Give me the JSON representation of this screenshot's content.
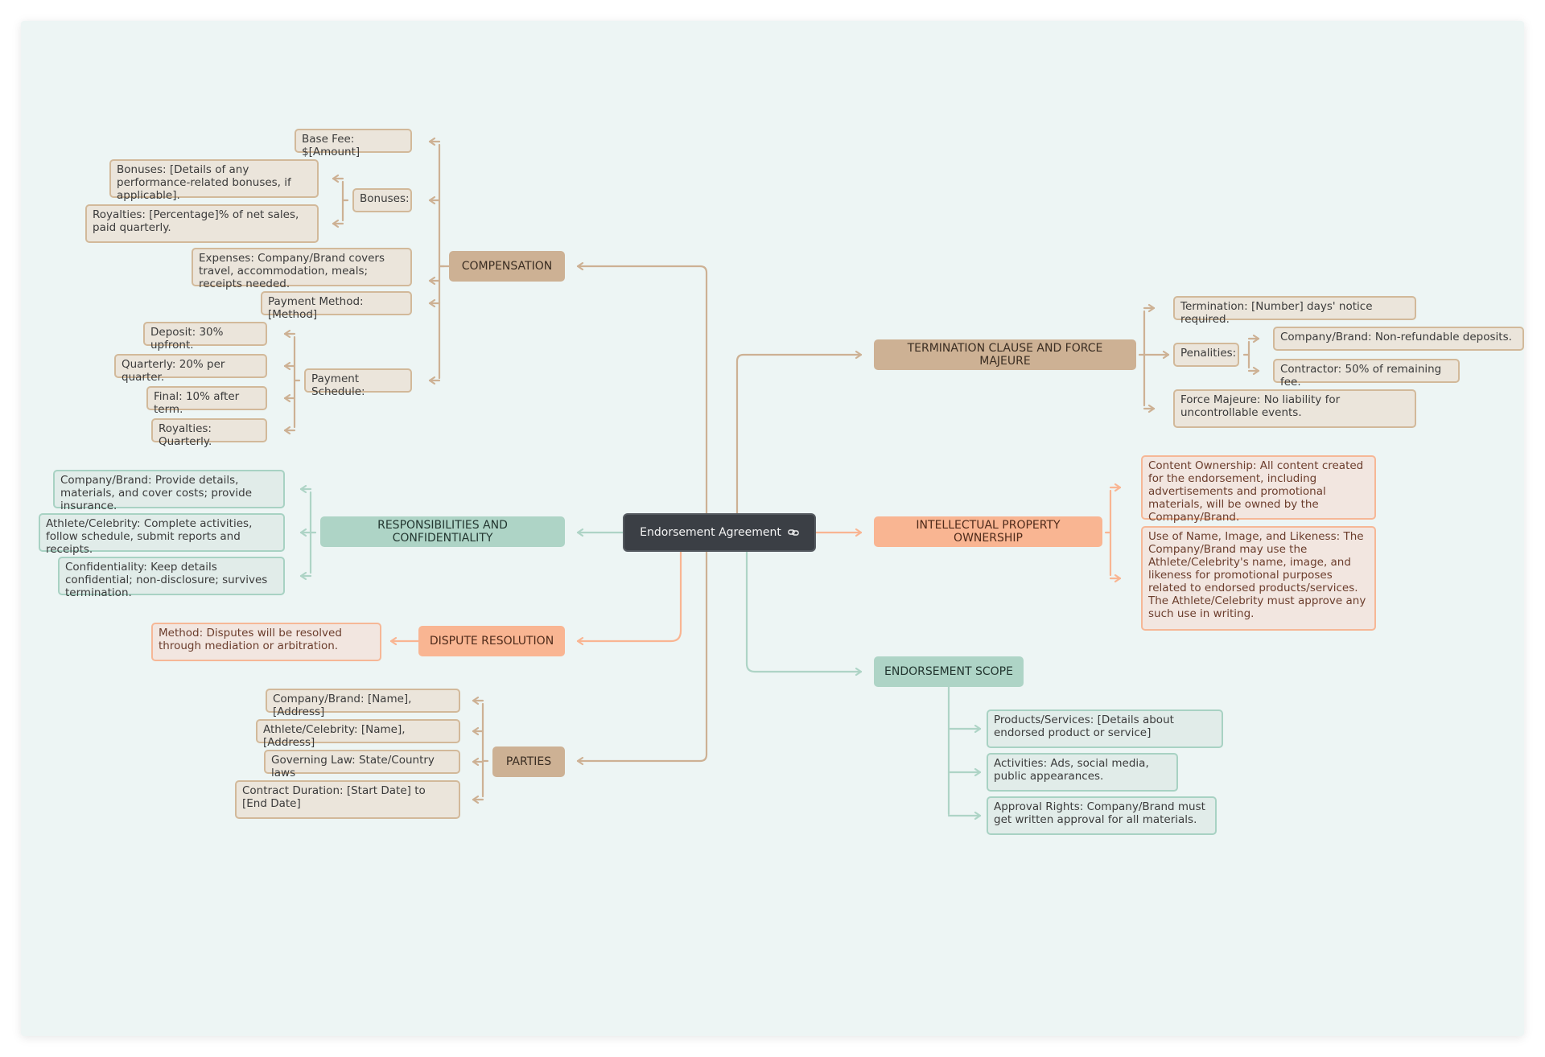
{
  "root": {
    "label": "Endorsement Agreement",
    "icon": "link-icon"
  },
  "colors": {
    "tan": "#cdb194",
    "green": "#aed4c6",
    "orange": "#f9b592",
    "root": "#3b3f45"
  },
  "branches": {
    "compensation": {
      "label": "COMPENSATION",
      "base_fee": "Base Fee: $[Amount]",
      "bonuses": "Bonuses:",
      "bonuses_detail": "Bonuses: [Details of any performance-related bonuses, if applicable].",
      "royalties_detail": "Royalties: [Percentage]% of net sales, paid quarterly.",
      "expenses": "Expenses: Company/Brand covers travel, accommodation, meals; receipts needed.",
      "payment_method": "Payment Method: [Method]",
      "payment_schedule": "Payment Schedule:",
      "deposit": "Deposit: 30% upfront.",
      "quarterly": "Quarterly: 20% per quarter.",
      "final": "Final: 10% after term.",
      "royalties_quarterly": "Royalties: Quarterly."
    },
    "responsibilities": {
      "label": "RESPONSIBILITIES AND CONFIDENTIALITY",
      "company": "Company/Brand: Provide details, materials, and cover costs; provide insurance.",
      "athlete": "Athlete/Celebrity: Complete activities, follow schedule, submit reports and receipts.",
      "confidentiality": "Confidentiality: Keep details confidential; non-disclosure; survives termination."
    },
    "dispute": {
      "label": "DISPUTE RESOLUTION",
      "method": "Method: Disputes will be resolved through mediation or arbitration."
    },
    "parties": {
      "label": "PARTIES",
      "company": "Company/Brand: [Name], [Address]",
      "athlete": "Athlete/Celebrity: [Name], [Address]",
      "law": "Governing Law: State/Country laws",
      "duration": "Contract Duration: [Start Date] to [End Date]"
    },
    "termination": {
      "label": "TERMINATION CLAUSE AND FORCE MAJEURE",
      "notice": "Termination: [Number] days' notice required.",
      "penalties": "Penalities:",
      "company": "Company/Brand: Non-refundable deposits.",
      "contractor": "Contractor: 50% of remaining fee.",
      "force": "Force Majeure: No liability for uncontrollable events."
    },
    "ip": {
      "label": "INTELLECTUAL PROPERTY OWNERSHIP",
      "content": "Content Ownership: All content created for the endorsement, including advertisements and promotional materials, will be owned by the Company/Brand.",
      "likeness": "Use of Name, Image, and Likeness: The Company/Brand may use the Athlete/Celebrity's name, image, and likeness for promotional purposes related to endorsed products/services. The Athlete/Celebrity must approve any such use in writing."
    },
    "scope": {
      "label": "ENDORSEMENT SCOPE",
      "products": "Products/Services: [Details about endorsed product or service]",
      "activities": "Activities: Ads, social media, public appearances.",
      "approval": "Approval Rights: Company/Brand must get written approval for all materials."
    }
  }
}
